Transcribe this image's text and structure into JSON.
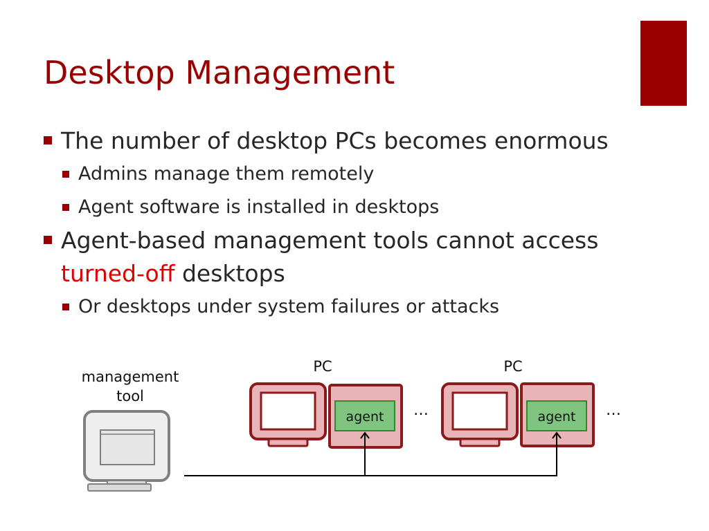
{
  "slide": {
    "title": "Desktop Management",
    "accent_color": "#990000",
    "text_highlight_color": "#e00000"
  },
  "bullets": {
    "b1": "The number of desktop PCs becomes enormous",
    "b1_sub1": "Admins manage them remotely",
    "b1_sub2": "Agent software is installed in desktops",
    "b2_line1": "Agent-based management tools cannot access",
    "b2_highlight": "turned-off",
    "b2_rest": " desktops",
    "b2_sub1": "Or desktops under system failures or attacks"
  },
  "diagram": {
    "management_label_line1": "management",
    "management_label_line2": "tool",
    "pc1_label": "PC",
    "pc2_label": "PC",
    "agent1_label": "agent",
    "agent2_label": "agent",
    "ellipsis1": "…",
    "ellipsis2": "…",
    "icons": {
      "management_pc": "monitor-icon",
      "pc": "monitor-icon",
      "agent": "agent-box"
    },
    "colors": {
      "monitor_gray": "#7f7f7f",
      "monitor_red": "#8b1a1a",
      "monitor_red_fill": "#e8b4b8",
      "agent_fill": "#7fc47f",
      "agent_border": "#2e8b2e"
    }
  }
}
